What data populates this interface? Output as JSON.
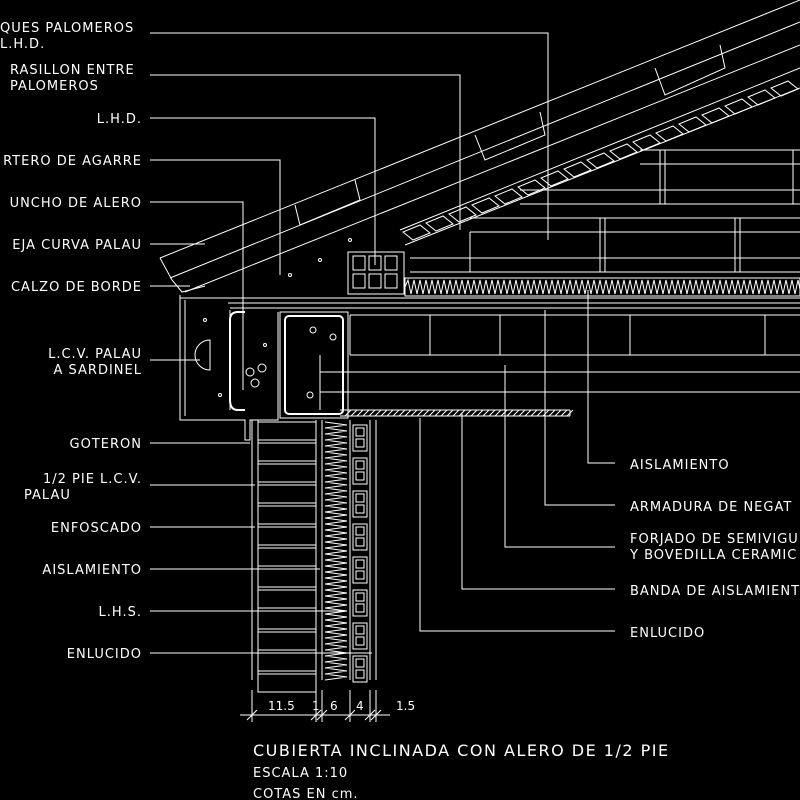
{
  "labels_left": [
    {
      "id": "tejas-palomeros",
      "lines": [
        "QUES PALOMEROS",
        "L.H.D."
      ]
    },
    {
      "id": "rasillon",
      "lines": [
        "RASILLON ENTRE",
        "PALOMEROS"
      ]
    },
    {
      "id": "lhd",
      "lines": [
        "L.H.D."
      ]
    },
    {
      "id": "mortero",
      "lines": [
        "RTERO DE AGARRE"
      ]
    },
    {
      "id": "zuncho",
      "lines": [
        "UNCHO DE ALERO"
      ]
    },
    {
      "id": "teja",
      "lines": [
        "EJA CURVA PALAU"
      ]
    },
    {
      "id": "calzo",
      "lines": [
        "CALZO DE BORDE"
      ]
    },
    {
      "id": "lcv-sardinel",
      "lines": [
        "L.C.V. PALAU",
        "A SARDINEL"
      ]
    },
    {
      "id": "goteron",
      "lines": [
        "GOTERON"
      ]
    },
    {
      "id": "medio-pie",
      "lines": [
        "1/2 PIE L.C.V.",
        "PALAU"
      ]
    },
    {
      "id": "enfoscado",
      "lines": [
        "ENFOSCADO"
      ]
    },
    {
      "id": "aislamiento-l",
      "lines": [
        "AISLAMIENTO"
      ]
    },
    {
      "id": "lhs",
      "lines": [
        "L.H.S."
      ]
    },
    {
      "id": "enlucido-l",
      "lines": [
        "ENLUCIDO"
      ]
    }
  ],
  "labels_right": [
    {
      "id": "aislamiento-r",
      "lines": [
        "AISLAMIENTO"
      ]
    },
    {
      "id": "armadura",
      "lines": [
        "ARMADURA DE NEGAT"
      ]
    },
    {
      "id": "forjado",
      "lines": [
        "FORJADO DE SEMIVIGU",
        "Y BOVEDILLA CERAMIC"
      ]
    },
    {
      "id": "banda",
      "lines": [
        "BANDA DE AISLAMIENT"
      ]
    },
    {
      "id": "enlucido-r",
      "lines": [
        "ENLUCIDO"
      ]
    }
  ],
  "dimensions": [
    "11.5",
    "1",
    "6",
    "4",
    "1.5"
  ],
  "title": "CUBIERTA INCLINADA CON ALERO DE 1/2 PIE",
  "scale": "ESCALA 1:10",
  "units": "COTAS EN cm."
}
